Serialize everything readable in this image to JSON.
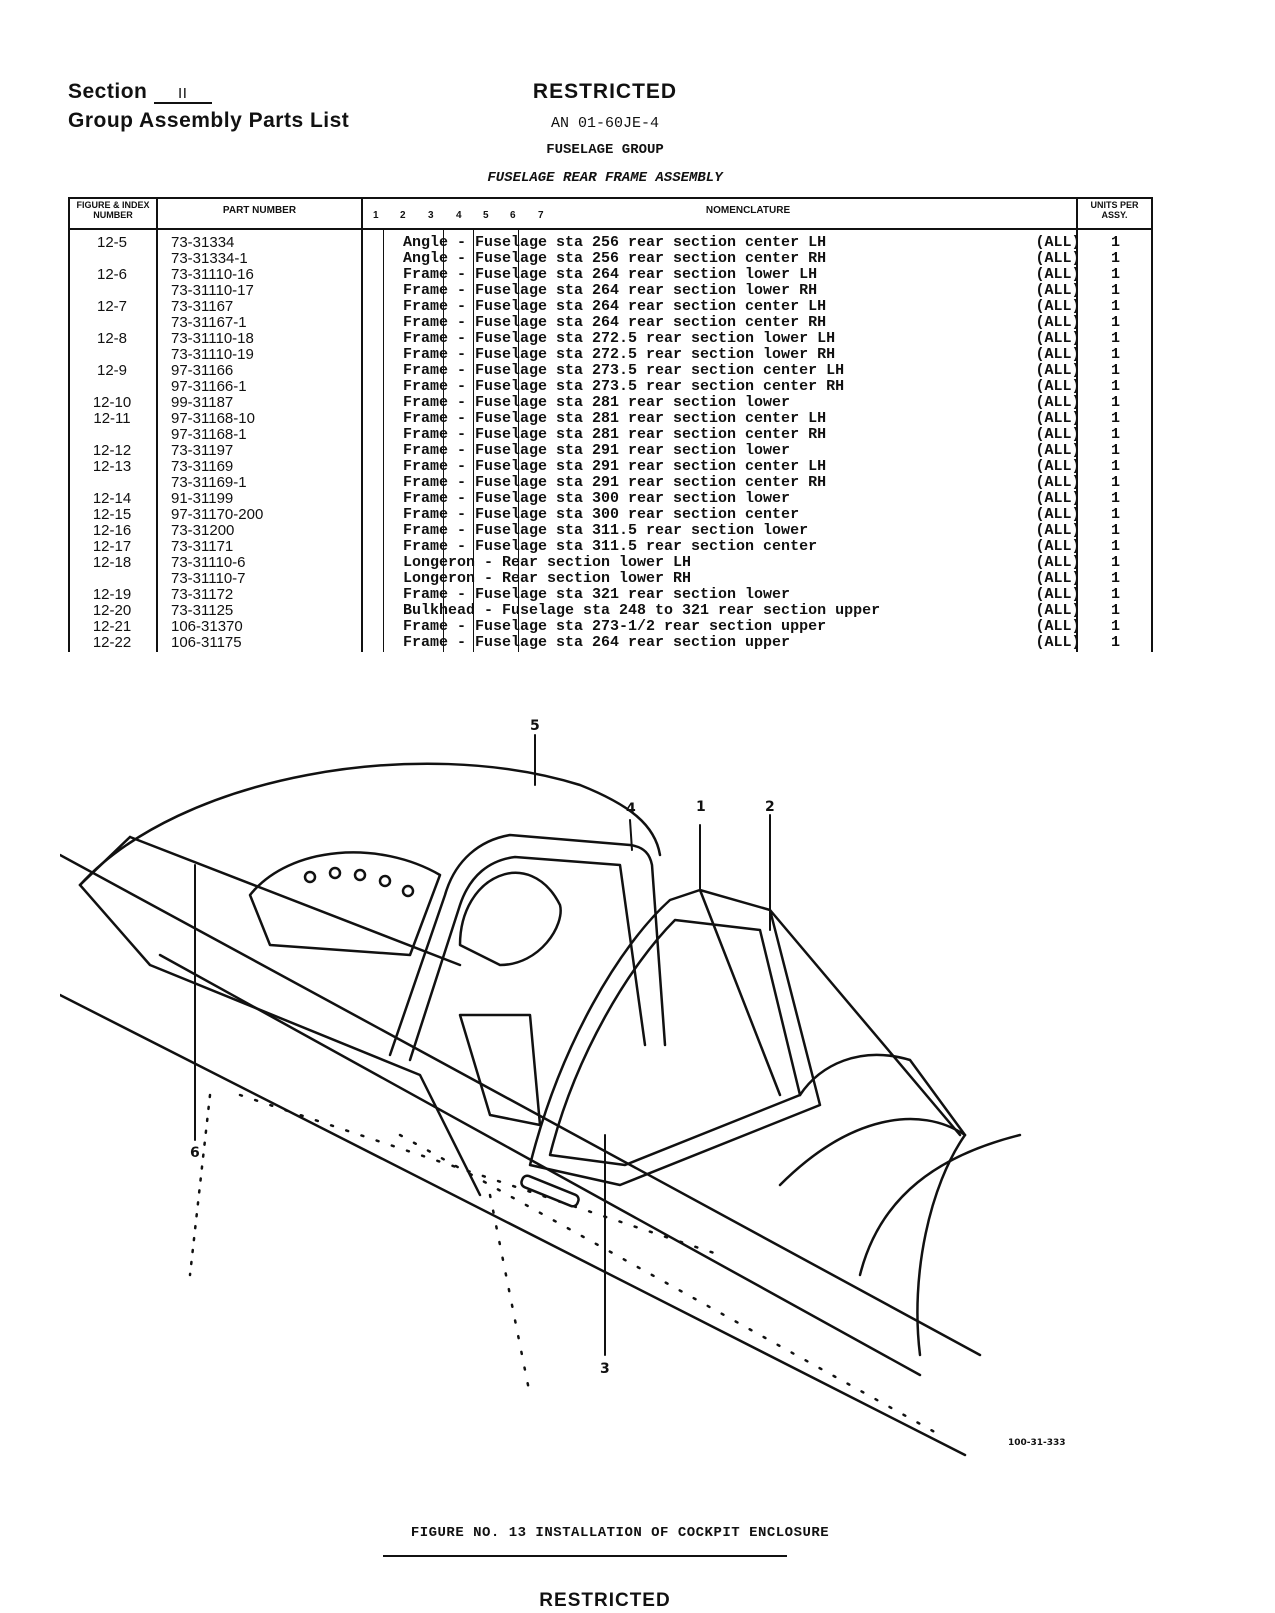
{
  "header": {
    "section_label": "Section",
    "section_number": "II",
    "group_title": "Group Assembly Parts List",
    "security": "RESTRICTED",
    "document_number": "AN 01-60JE-4",
    "group_name": "FUSELAGE GROUP",
    "assembly_name": "FUSELAGE REAR FRAME ASSEMBLY"
  },
  "table": {
    "col_figure_index": "FIGURE & INDEX NUMBER",
    "col_part_number": "PART NUMBER",
    "col_indent_numbers": [
      "1",
      "2",
      "3",
      "4",
      "5",
      "6",
      "7"
    ],
    "col_nomenclature": "NOMENCLATURE",
    "col_units": "UNITS PER ASSY.",
    "rows": [
      {
        "fig": "12-5",
        "part": "73-31334",
        "nom": "Angle - Fuselage sta 256 rear section center LH",
        "usage": "(ALL)",
        "qty": "1"
      },
      {
        "fig": "",
        "part": "73-31334-1",
        "nom": "Angle - Fuselage sta 256 rear section center RH",
        "usage": "(ALL)",
        "qty": "1"
      },
      {
        "fig": "12-6",
        "part": "73-31110-16",
        "nom": "Frame - Fuselage sta 264 rear section lower LH",
        "usage": "(ALL)",
        "qty": "1"
      },
      {
        "fig": "",
        "part": "73-31110-17",
        "nom": "Frame - Fuselage sta 264 rear section lower RH",
        "usage": "(ALL)",
        "qty": "1"
      },
      {
        "fig": "12-7",
        "part": "73-31167",
        "nom": "Frame - Fuselage sta 264 rear section center LH",
        "usage": "(ALL)",
        "qty": "1"
      },
      {
        "fig": "",
        "part": "73-31167-1",
        "nom": "Frame - Fuselage sta 264 rear section center RH",
        "usage": "(ALL)",
        "qty": "1"
      },
      {
        "fig": "12-8",
        "part": "73-31110-18",
        "nom": "Frame - Fuselage sta 272.5 rear section lower LH",
        "usage": "(ALL)",
        "qty": "1"
      },
      {
        "fig": "",
        "part": "73-31110-19",
        "nom": "Frame - Fuselage sta 272.5 rear section lower RH",
        "usage": "(ALL)",
        "qty": "1"
      },
      {
        "fig": "12-9",
        "part": "97-31166",
        "nom": "Frame - Fuselage sta 273.5 rear section center LH",
        "usage": "(ALL)",
        "qty": "1"
      },
      {
        "fig": "",
        "part": "97-31166-1",
        "nom": "Frame - Fuselage sta 273.5 rear section center RH",
        "usage": "(ALL)",
        "qty": "1"
      },
      {
        "fig": "12-10",
        "part": "99-31187",
        "nom": "Frame - Fuselage sta 281 rear section lower",
        "usage": "(ALL)",
        "qty": "1"
      },
      {
        "fig": "12-11",
        "part": "97-31168-10",
        "nom": "Frame - Fuselage sta 281 rear section center LH",
        "usage": "(ALL)",
        "qty": "1"
      },
      {
        "fig": "",
        "part": "97-31168-1",
        "nom": "Frame - Fuselage sta 281 rear section center RH",
        "usage": "(ALL)",
        "qty": "1"
      },
      {
        "fig": "12-12",
        "part": "73-31197",
        "nom": "Frame - Fuselage sta 291 rear section lower",
        "usage": "(ALL)",
        "qty": "1"
      },
      {
        "fig": "12-13",
        "part": "73-31169",
        "nom": "Frame - Fuselage sta 291 rear section center LH",
        "usage": "(ALL)",
        "qty": "1"
      },
      {
        "fig": "",
        "part": "73-31169-1",
        "nom": "Frame - Fuselage sta 291 rear section center RH",
        "usage": "(ALL)",
        "qty": "1"
      },
      {
        "fig": "12-14",
        "part": "91-31199",
        "nom": "Frame - Fuselage sta 300 rear section lower",
        "usage": "(ALL)",
        "qty": "1"
      },
      {
        "fig": "12-15",
        "part": "97-31170-200",
        "nom": "Frame - Fuselage sta 300 rear section center",
        "usage": "(ALL)",
        "qty": "1"
      },
      {
        "fig": "12-16",
        "part": "73-31200",
        "nom": "Frame - Fuselage sta 311.5 rear section lower",
        "usage": "(ALL)",
        "qty": "1"
      },
      {
        "fig": "12-17",
        "part": "73-31171",
        "nom": "Frame - Fuselage sta 311.5 rear section center",
        "usage": "(ALL)",
        "qty": "1"
      },
      {
        "fig": "12-18",
        "part": "73-31110-6",
        "nom": "Longeron - Rear section lower LH",
        "usage": "(ALL)",
        "qty": "1"
      },
      {
        "fig": "",
        "part": "73-31110-7",
        "nom": "Longeron - Rear section lower RH",
        "usage": "(ALL)",
        "qty": "1"
      },
      {
        "fig": "12-19",
        "part": "73-31172",
        "nom": "Frame - Fuselage sta 321 rear section lower",
        "usage": "(ALL)",
        "qty": "1"
      },
      {
        "fig": "12-20",
        "part": "73-31125",
        "nom": "Bulkhead - Fuselage sta 248 to 321 rear section upper",
        "usage": "(ALL)",
        "qty": "1"
      },
      {
        "fig": "12-21",
        "part": "106-31370",
        "nom": "Frame - Fuselage sta 273-1/2 rear section upper",
        "usage": "(ALL)",
        "qty": "1"
      },
      {
        "fig": "12-22",
        "part": "106-31175",
        "nom": "Frame - Fuselage sta 264 rear section upper",
        "usage": "(ALL)",
        "qty": "1"
      }
    ]
  },
  "figure": {
    "callouts": [
      "5",
      "4",
      "1",
      "2",
      "6",
      "3"
    ],
    "drawing_number": "100-31-333",
    "caption": "FIGURE NO. 13 INSTALLATION OF COCKPIT ENCLOSURE"
  },
  "footer": {
    "security": "RESTRICTED"
  }
}
